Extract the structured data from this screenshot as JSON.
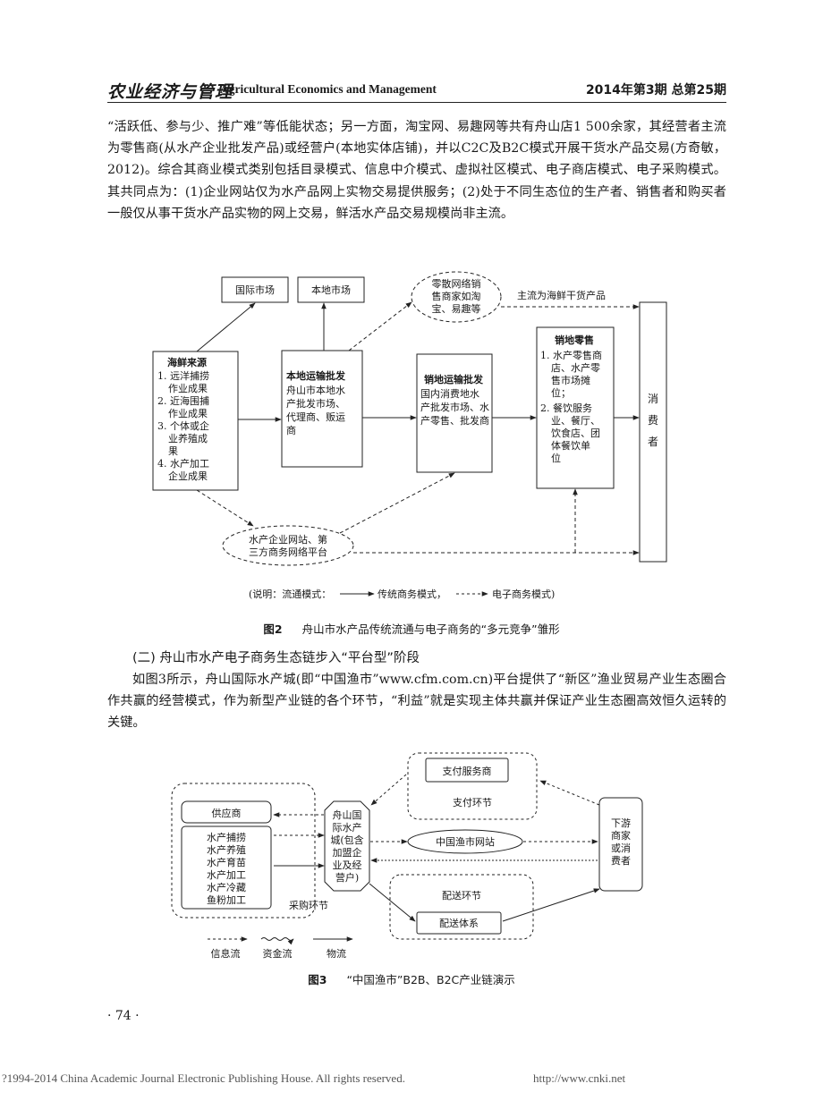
{
  "header": {
    "journal_cn": "农业经济与管理",
    "journal_en": "Agricultural Economics and Management",
    "issue": "2014年第3期 总第25期"
  },
  "paragraph1": "“活跃低、参与少、推广难”等低能状态；另一方面，淘宝网、易趣网等共有舟山店1 500余家，其经营者主流为零售商(从水产企业批发产品)或经营户(本地实体店铺)，并以C2C及B2C模式开展干货水产品交易(方奇敏，2012)。综合其商业模式类别包括目录模式、信息中介模式、虚拟社区模式、电子商店模式、电子采购模式。其共同点为：(1)企业网站仅为水产品网上实物交易提供服务；(2)处于不同生态位的生产者、销售者和购买者一般仅从事干货水产品实物的网上交易，鲜活水产品交易规模尚非主流。",
  "figure2": {
    "intl_market": "国际市场",
    "local_market": "本地市场",
    "cloud_top_line1": "零散网络销",
    "cloud_top_line2": "售商家如淘",
    "cloud_top_line3": "宝、易趣等",
    "mainstream_note": "主流为海鲜干货产品",
    "source_title": "海鲜来源",
    "source_lines": [
      "1. 远洋捕捞",
      "作业成果",
      "2. 近海围捕",
      "作业成果",
      "3. 个体或企",
      "业养殖成",
      "果",
      "4. 水产加工",
      "企业成果"
    ],
    "local_wholesale_title": "本地运输批发",
    "local_wholesale_lines": [
      "舟山市本地水",
      "产批发市场、",
      "代理商、贩运",
      "商"
    ],
    "dest_wholesale_title": "销地运输批发",
    "dest_wholesale_lines": [
      "国内消费地水",
      "产批发市场、水",
      "产零售、批发商"
    ],
    "retail_title": "销地零售",
    "retail_lines": [
      "1. 水产零售商",
      "店、水产零",
      "售市场摊",
      "位；",
      "2. 餐饮服务",
      "业、餐厅、",
      "饮食店、团",
      "体餐饮单",
      "位"
    ],
    "consumer_chars": [
      "消",
      "费",
      "者"
    ],
    "cloud_bottom_line1": "水产企业网站、第",
    "cloud_bottom_line2": "三方商务网络平台",
    "legend_note": "(说明：流通模式：",
    "legend_traditional": "传统商务模式，",
    "legend_ecommerce": "电子商务模式)",
    "caption_num": "图2",
    "caption_text": "舟山市水产品传统流通与电子商务的“多元竞争”雏形"
  },
  "section_heading": "(二) 舟山市水产电子商务生态链步入“平台型”阶段",
  "paragraph2": "如图3所示，舟山国际水产城(即“中国渔市”www.cfm.com.cn)平台提供了“新区”渔业贸易产业生态圈合作共赢的经营模式，作为新型产业链的各个环节，“利益”就是实现主体共赢并保证产业生态圈高效恒久运转的关键。",
  "figure3": {
    "payment_provider": "支付服务商",
    "payment_segment": "支付环节",
    "supplier": "供应商",
    "supplier_items": [
      "水产捕捞",
      "水产养殖",
      "水产育苗",
      "水产加工",
      "水产冷藏",
      "鱼粉加工"
    ],
    "procurement_segment": "采购环节",
    "hub_lines": [
      "舟山国",
      "际水产",
      "城(包含",
      "加盟企",
      "业及经",
      "营户)"
    ],
    "website": "中国渔市网站",
    "delivery_segment": "配送环节",
    "delivery_system": "配送体系",
    "downstream_lines": [
      "下游",
      "商家",
      "或消",
      "费者"
    ],
    "legend_info": "信息流",
    "legend_money": "资金流",
    "legend_goods": "物流",
    "caption_num": "图3",
    "caption_text": "“中国渔市”B2B、B2C产业链演示"
  },
  "page_number": "· 74 ·",
  "footer_left": "?1994-2014 China Academic Journal Electronic Publishing House. All rights reserved.",
  "footer_right": "http://www.cnki.net"
}
